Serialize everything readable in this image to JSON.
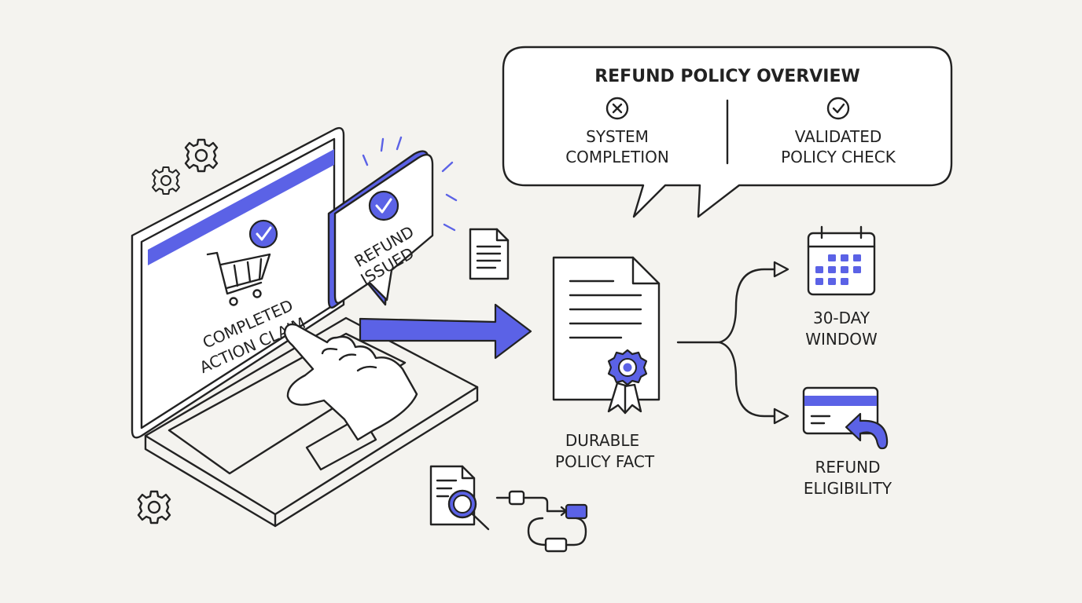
{
  "overview": {
    "title": "REFUND POLICY OVERVIEW",
    "left_line1": "SYSTEM",
    "left_line2": "COMPLETION",
    "right_line1": "VALIDATED",
    "right_line2": "POLICY CHECK",
    "left_icon": "x-circle-icon",
    "right_icon": "check-circle-icon"
  },
  "laptop": {
    "claim_line1": "COMPLETED",
    "claim_line2": "ACTION CLAIM",
    "cart_icon": "shopping-cart-icon"
  },
  "bubble": {
    "line1": "REFUND",
    "line2": "ISSUED"
  },
  "policy_fact": {
    "line1": "DURABLE",
    "line2": "POLICY FACT"
  },
  "window_label": {
    "line1": "30-DAY",
    "line2": "WINDOW"
  },
  "eligibility_label": {
    "line1": "REFUND",
    "line2": "ELIGIBILITY"
  },
  "colors": {
    "accent": "#5b62e6",
    "ink": "#222222",
    "background": "#f4f3ef"
  }
}
